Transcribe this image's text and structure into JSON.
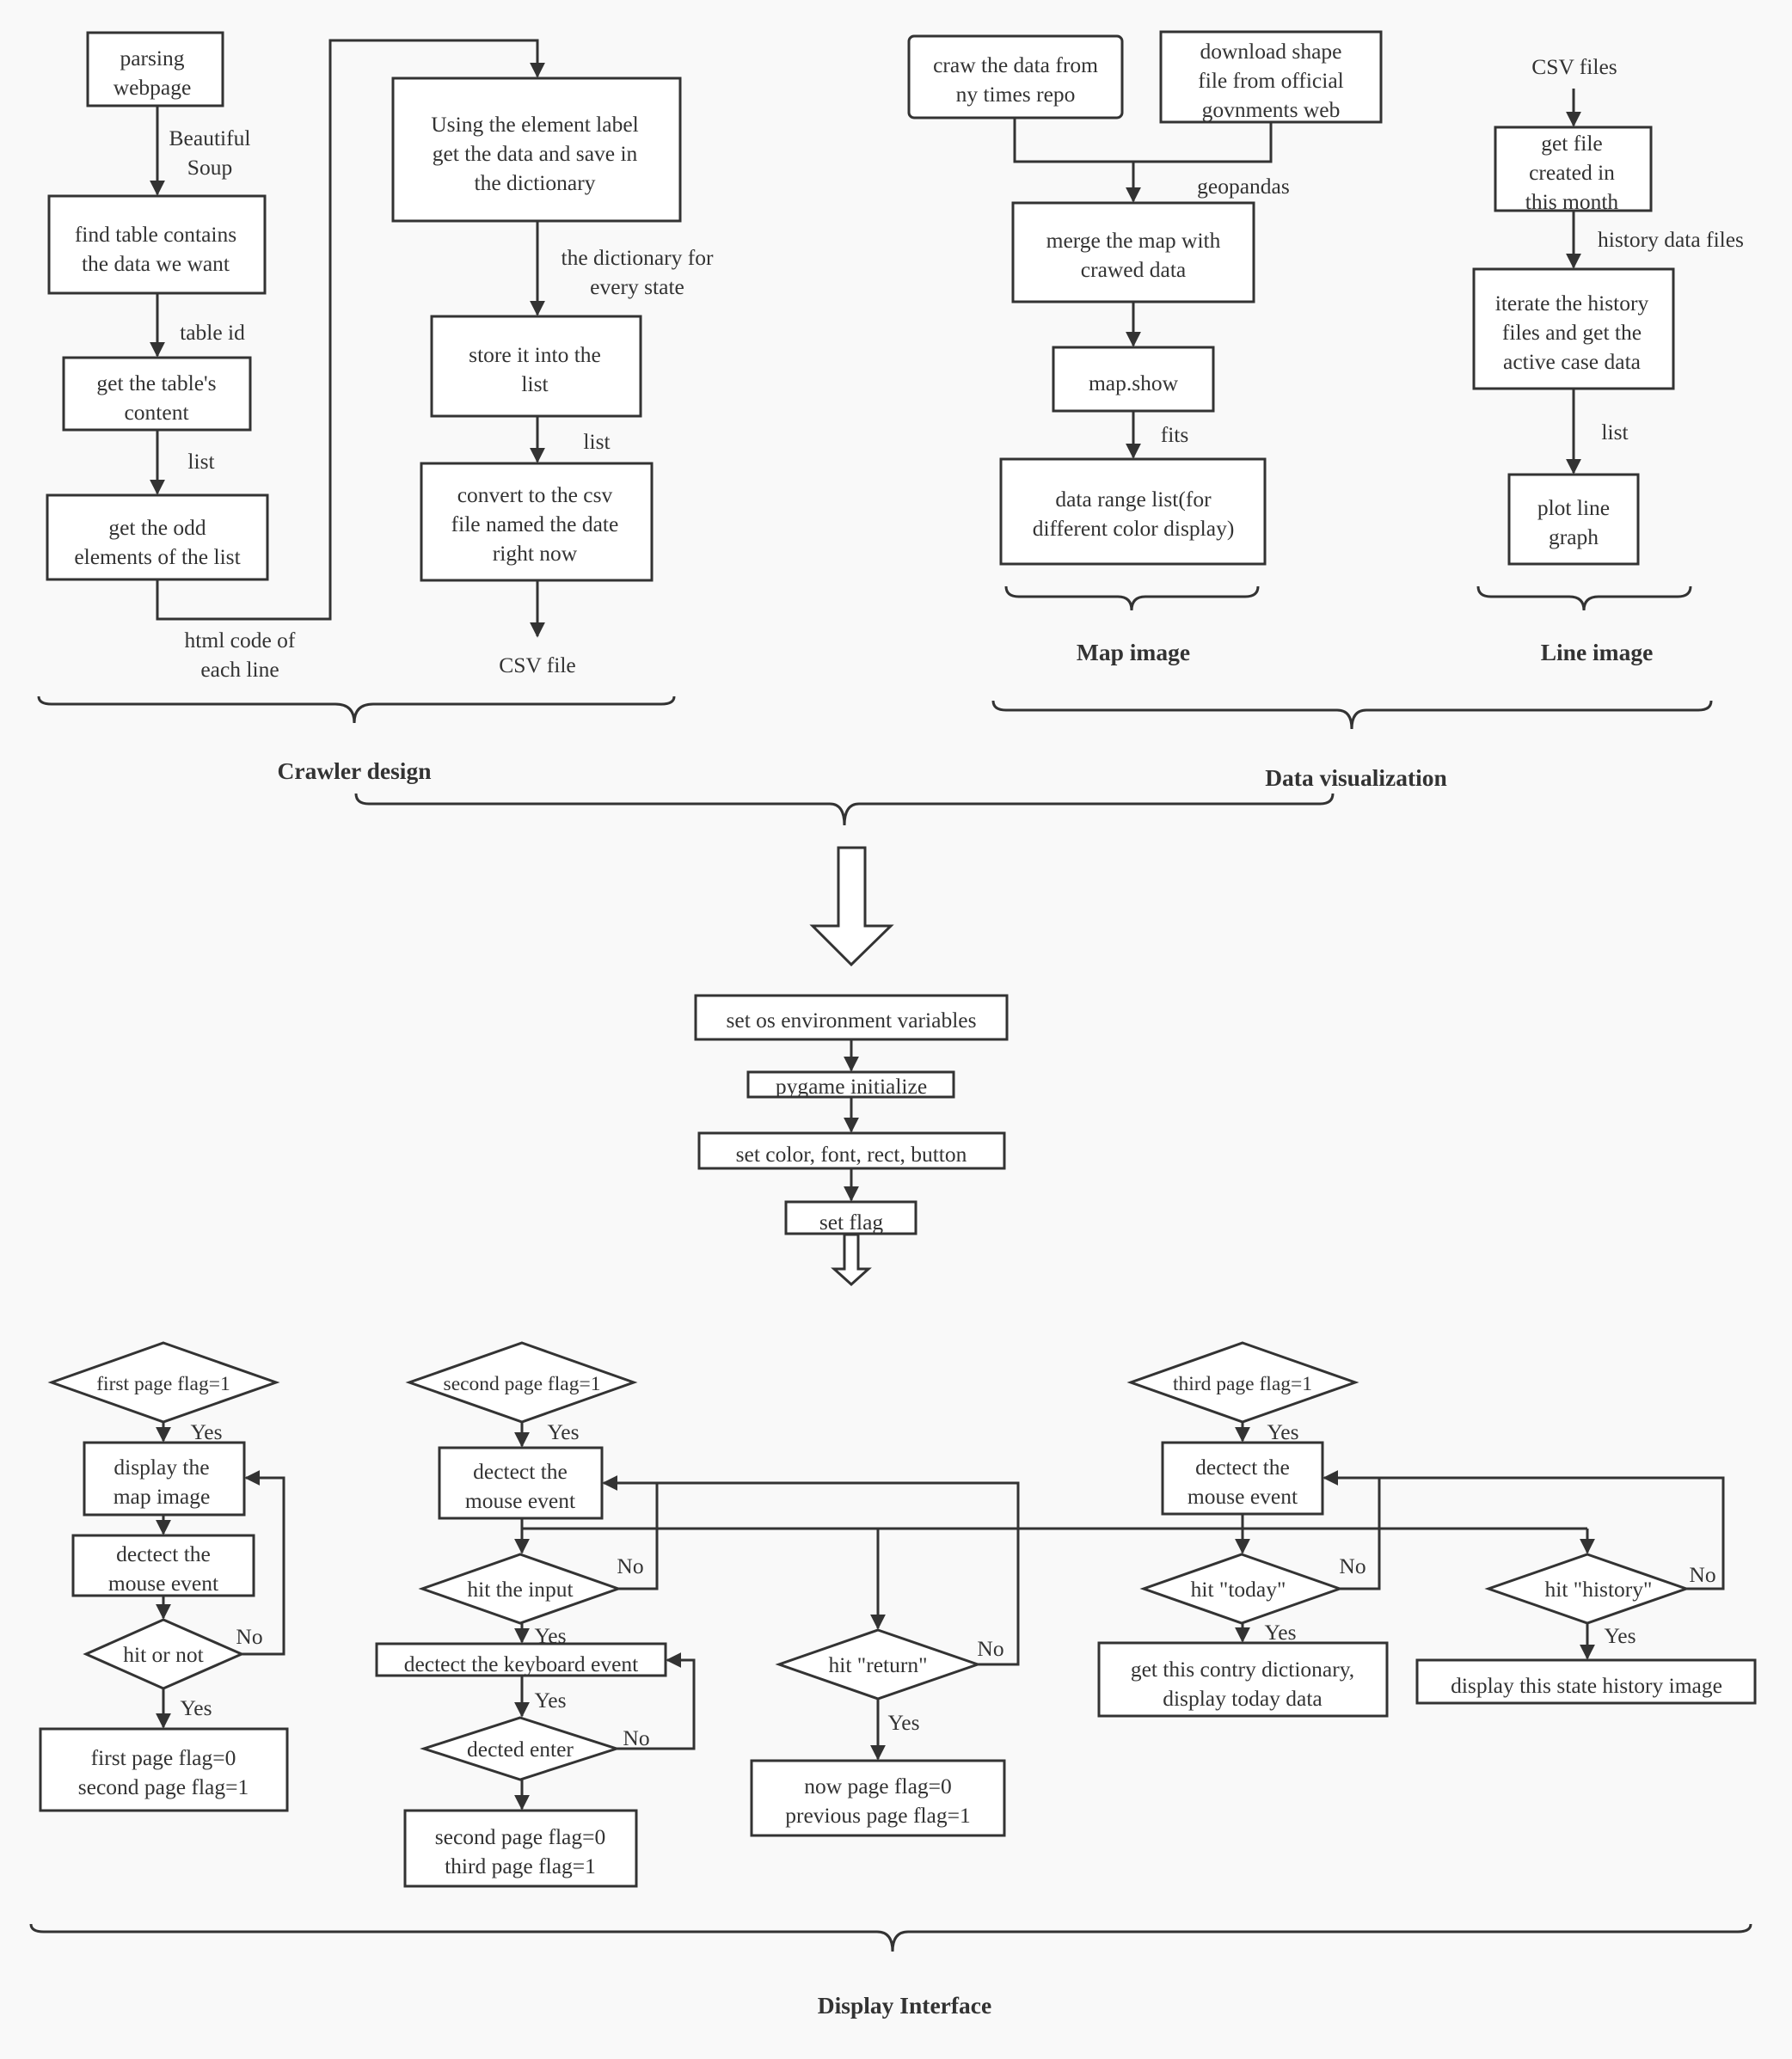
{
  "sections": {
    "crawler": "Crawler design",
    "map": "Map image",
    "line": "Line image",
    "dataviz": "Data visualization",
    "display": "Display Interface"
  },
  "crawler": {
    "parsing": [
      "parsing",
      "webpage"
    ],
    "find_table": [
      "find table contains",
      "the data we want"
    ],
    "table_content": [
      "get the table's",
      "content"
    ],
    "odd_elements": [
      "get the odd",
      "elements of the list"
    ],
    "element_label": [
      "Using the element label",
      "get the data and save in",
      "the dictionary"
    ],
    "store_list": [
      "store it into the",
      "list"
    ],
    "convert_csv": [
      "convert to the csv",
      "file named the date",
      "right now"
    ],
    "lbl_bs": [
      "Beautiful",
      "Soup"
    ],
    "lbl_table_id": [
      "table id"
    ],
    "lbl_list1": [
      "list"
    ],
    "lbl_html": [
      "html code of",
      "each line"
    ],
    "lbl_dict": [
      "the dictionary for",
      "every state"
    ],
    "lbl_list2": [
      "list"
    ],
    "lbl_csv_file": [
      "CSV file"
    ]
  },
  "mapviz": {
    "craw_data": [
      "craw the data from",
      "ny times repo"
    ],
    "shape_file": [
      "download shape",
      "file from official",
      "govnments web"
    ],
    "merge": [
      "merge the map with",
      "crawed data"
    ],
    "map_show": [
      "map.show"
    ],
    "range_list": [
      "data range list(for",
      "different color display)"
    ],
    "lbl_geopandas": [
      "geopandas"
    ],
    "lbl_fits": [
      "fits"
    ]
  },
  "lineviz": {
    "csv_files": [
      "CSV files"
    ],
    "get_file": [
      "get file",
      "created in",
      "this month"
    ],
    "iterate": [
      "iterate the history",
      "files and get the",
      "active case data"
    ],
    "plot": [
      "plot line",
      "graph"
    ],
    "lbl_history": [
      "history data files"
    ],
    "lbl_list": [
      "list"
    ]
  },
  "setup": {
    "os_env": [
      "set os environment variables"
    ],
    "pygame_init": [
      "pygame initialize"
    ],
    "set_color": [
      "set color, font, rect, button"
    ],
    "set_flag": [
      "set flag"
    ]
  },
  "page1": {
    "decision": [
      "first page flag=1"
    ],
    "display_map": [
      "display the",
      "map image"
    ],
    "detect_mouse": [
      "dectect the",
      "mouse event"
    ],
    "hit": [
      "hit or not"
    ],
    "result": [
      "first page flag=0",
      "second page flag=1"
    ]
  },
  "page2": {
    "decision": [
      "second page flag=1"
    ],
    "detect_mouse": [
      "dectect the",
      "mouse event"
    ],
    "hit_input": [
      "hit the input"
    ],
    "detect_keyboard": [
      "dectect the keyboard event"
    ],
    "detected_enter": [
      "dected enter"
    ],
    "result": [
      "second page flag=0",
      "third page flag=1"
    ],
    "hit_return": [
      "hit \"return\""
    ],
    "return_result": [
      "now page flag=0",
      "previous page flag=1"
    ]
  },
  "page3": {
    "decision": [
      "third page flag=1"
    ],
    "detect_mouse": [
      "dectect the",
      "mouse event"
    ],
    "hit_today": [
      "hit \"today\""
    ],
    "today_result": [
      "get this contry dictionary,",
      "display today data"
    ],
    "hit_history": [
      "hit \"history\""
    ],
    "history_result": [
      "display this state history image"
    ]
  },
  "yes_label": "Yes",
  "no_label": "No"
}
